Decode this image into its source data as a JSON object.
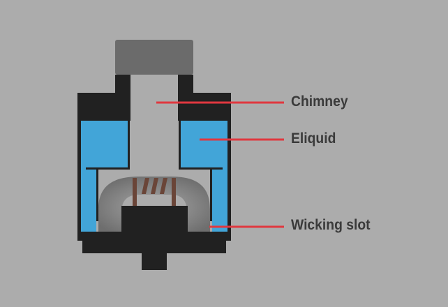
{
  "labels": {
    "chimney": "Chimney",
    "eliquid": "Eliquid",
    "wicking_slot": "Wicking slot"
  },
  "colors": {
    "background": "#acacac",
    "body": "#212121",
    "cap": "#6b6b6b",
    "liquid": "#42a5d8",
    "wick": "#858585",
    "coil": "#6a4538",
    "leader": "#e0383f",
    "text": "#3a3a3a"
  }
}
